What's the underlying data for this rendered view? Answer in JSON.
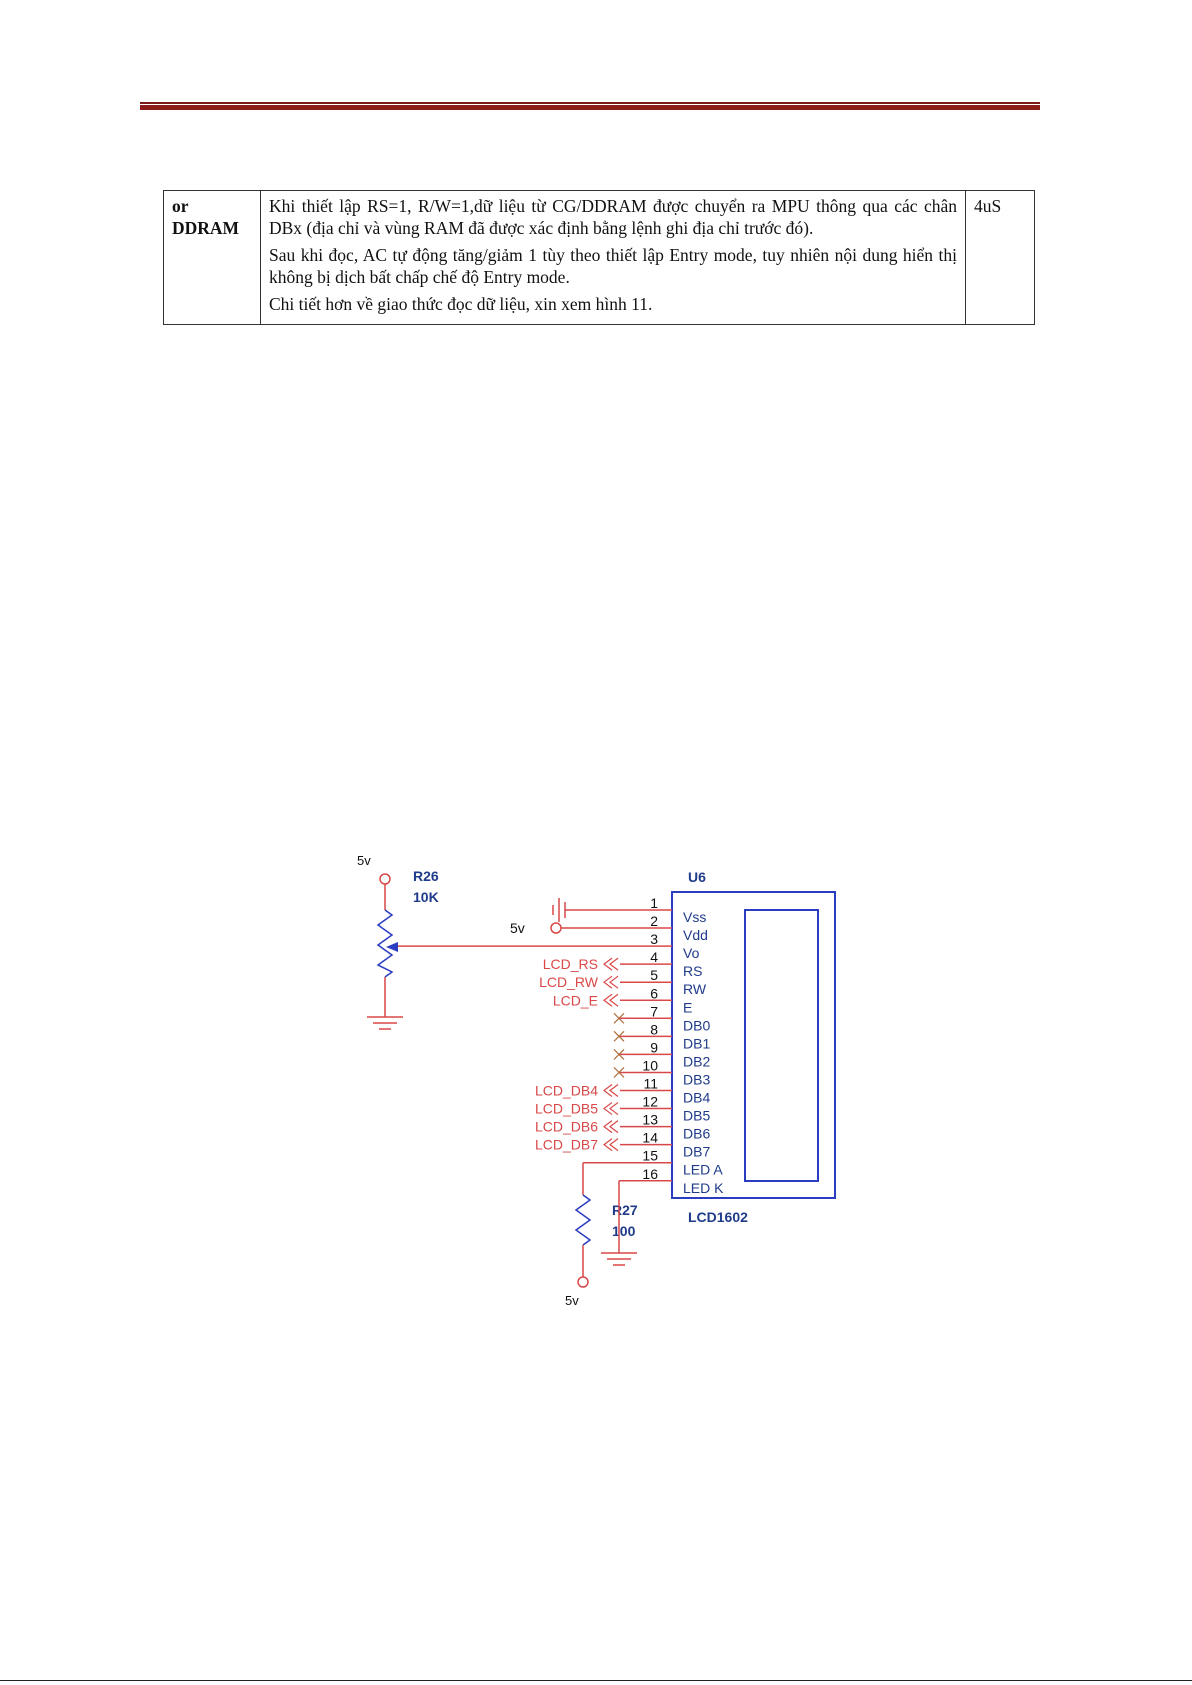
{
  "table": {
    "col1": [
      "or",
      "DDRAM"
    ],
    "paragraphs": [
      "Khi thiết lập RS=1, R/W=1,dữ liệu từ CG/DDRAM được chuyển ra MPU thông qua các chân DBx (địa chỉ và vùng RAM đã được xác định bằng lệnh ghi địa chỉ trước đó).",
      "Sau khi đọc, AC tự động tăng/giảm 1 tùy theo thiết lập Entry mode, tuy nhiên nội dung hiển thị không bị dịch bất chấp chế độ Entry mode.",
      "Chi tiết hơn về giao thức đọc dữ liệu, xin xem hình 11."
    ],
    "time": "4uS"
  },
  "schematic": {
    "pot_supply": "5v",
    "pot_ref": "R26",
    "pot_value": "10K",
    "chip_ref": "U6",
    "chip_name": "LCD1602",
    "vdd_supply": "5v",
    "res_ref": "R27",
    "res_value": "100",
    "res_supply": "5v",
    "pins": [
      {
        "num": "1",
        "name": "Vss",
        "net": ""
      },
      {
        "num": "2",
        "name": "Vdd",
        "net": ""
      },
      {
        "num": "3",
        "name": "Vo",
        "net": ""
      },
      {
        "num": "4",
        "name": "RS",
        "net": "LCD_RS"
      },
      {
        "num": "5",
        "name": "RW",
        "net": "LCD_RW"
      },
      {
        "num": "6",
        "name": "E",
        "net": "LCD_E"
      },
      {
        "num": "7",
        "name": "DB0",
        "net": ""
      },
      {
        "num": "8",
        "name": "DB1",
        "net": ""
      },
      {
        "num": "9",
        "name": "DB2",
        "net": ""
      },
      {
        "num": "10",
        "name": "DB3",
        "net": ""
      },
      {
        "num": "11",
        "name": "DB4",
        "net": "LCD_DB4"
      },
      {
        "num": "12",
        "name": "DB5",
        "net": "LCD_DB5"
      },
      {
        "num": "13",
        "name": "DB6",
        "net": "LCD_DB6"
      },
      {
        "num": "14",
        "name": "DB7",
        "net": "LCD_DB7"
      },
      {
        "num": "15",
        "name": "LED A",
        "net": ""
      },
      {
        "num": "16",
        "name": "LED K",
        "net": ""
      }
    ],
    "colors": {
      "wire": "#d94848",
      "part": "#2a3cc0",
      "label": "#1f3b8a"
    }
  }
}
